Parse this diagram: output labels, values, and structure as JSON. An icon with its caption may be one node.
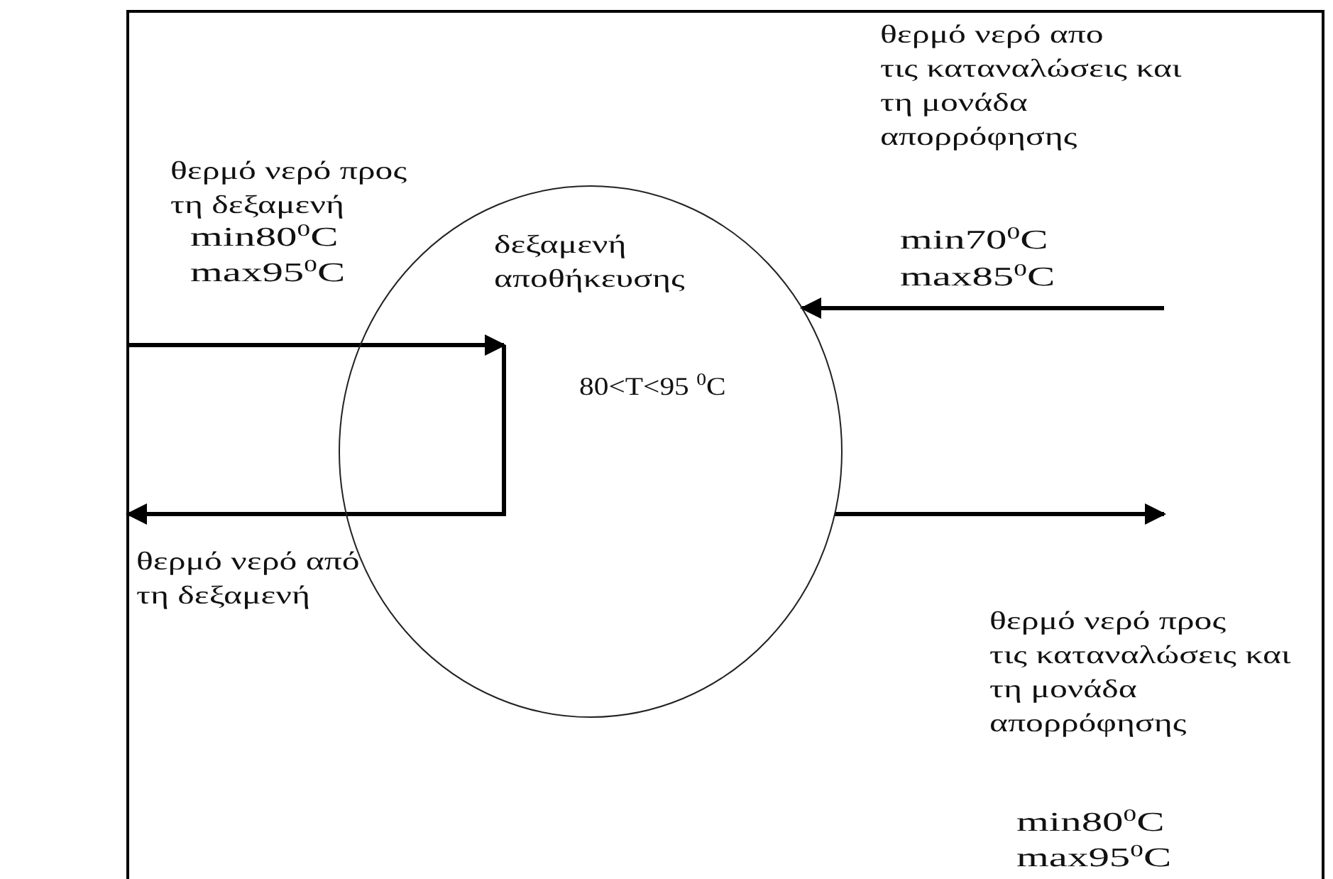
{
  "diagram": {
    "nodes": [
      {
        "text": [
          "θερμό νερό απο τις καταναλώσεις και τη μονάδα απορρόφησης",
          "min70$^{0}$C",
          "max85$^{0}$C"
        ]
      },
      {
        "text": [
          "θερμό νερό προς τη δεξαμενή",
          "min80$^{0}$C",
          "max95$^{0}$C"
        ]
      },
      {
        "text": [
          "δεξαμενή αποθήκευσης",
          "80<T<95 $^{0}$C"
        ]
      },
      {
        "text": [
          "θερμό νερό από τη δεξαμενή"
        ]
      },
      {
        "text": [
          "θερμό νερό προς τις καταναλώσεις και τη μονάδα απορρόφησης",
          "min80$^{0}$C",
          "max95$^{0}$C"
        ]
      }
    ],
    "edges": [
      {
        "from": 1,
        "to": 2,
        "arrow": "to"
      },
      {
        "from": 2,
        "to": 3,
        "arrow": "to"
      },
      {
        "from": 0,
        "to": 2,
        "arrow": "to"
      },
      {
        "from": 2,
        "to": 4,
        "arrow": "to"
      }
    ]
  }
}
